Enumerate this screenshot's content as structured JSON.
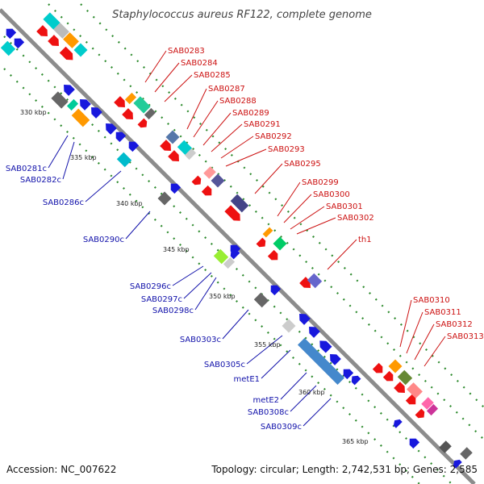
{
  "title": "Staphylococcus aureus RF122, complete genome",
  "footer": {
    "accession": "Accession: NC_007622",
    "summary": "Topology: circular; Length: 2,742,531 bp; Genes: 2,585"
  },
  "scale_ticks": [
    "330 kbp",
    "335 kbp",
    "340 kbp",
    "345 kbp",
    "350 kbp",
    "355 kbp",
    "360 kbp",
    "365 kbp"
  ],
  "forward_labels": [
    "SAB0283",
    "SAB0284",
    "SAB0285",
    "SAB0287",
    "SAB0288",
    "SAB0289",
    "SAB0291",
    "SAB0292",
    "SAB0293",
    "SAB0295",
    "SAB0299",
    "SAB0300",
    "SAB0301",
    "SAB0302",
    "th1",
    "SAB0310",
    "SAB0311",
    "SAB0312",
    "SAB0313"
  ],
  "reverse_labels": [
    "SAB0281c",
    "SAB0282c",
    "SAB0286c",
    "SAB0290c",
    "SAB0296c",
    "SAB0297c",
    "SAB0298c",
    "SAB0303c",
    "SAB0305c",
    "metE1",
    "metE2",
    "SAB0308c",
    "SAB0309c"
  ],
  "colors": {
    "backbone": "#8c8c8c",
    "forward_gene": "#ee1111",
    "reverse_gene": "#1818dd",
    "forward_label": "#cc1111",
    "reverse_label": "#1111aa",
    "dotted_track": "#2e8b2e"
  }
}
